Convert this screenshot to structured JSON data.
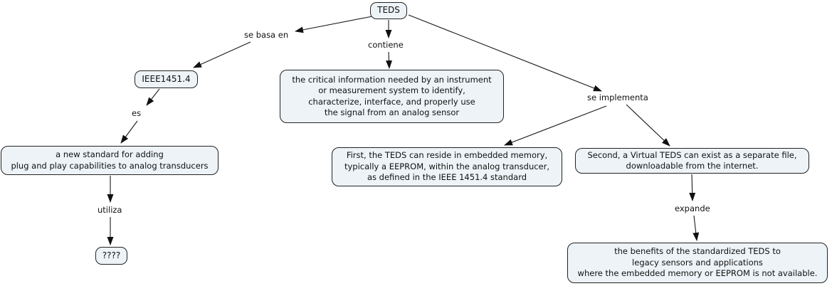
{
  "canvas": {
    "background": "#ffffff",
    "node_fill": "#edf3f7",
    "node_border": "#232323",
    "text_color": "#111111"
  },
  "nodes": {
    "teds": {
      "label": "TEDS"
    },
    "ieee1451_4": {
      "label": "IEEE1451.4"
    },
    "unknown": {
      "label": "????"
    },
    "definition": {
      "text": "the critical information needed by an instrument\nor measurement system to identify,\ncharacterize, interface, and properly use\nthe signal from an analog sensor"
    },
    "new_standard": {
      "text": "a new standard for adding\nplug and play capabilities to analog transducers"
    },
    "embedded": {
      "text": "First, the TEDS can reside in embedded memory,\ntypically a EEPROM, within the analog transducer,\nas defined in the IEEE 1451.4 standard"
    },
    "virtual": {
      "text": "Second, a Virtual TEDS can exist as a separate file,\ndownloadable from the internet."
    },
    "benefits": {
      "text": "the benefits of the standardized TEDS to\nlegacy sensors and applications\nwhere the embedded memory or EEPROM is not available."
    }
  },
  "links": {
    "se_basa_en": {
      "label": "se basa en"
    },
    "contiene": {
      "label": "contiene"
    },
    "es": {
      "label": "es"
    },
    "utiliza": {
      "label": "utiliza"
    },
    "se_implementa": {
      "label": "se implementa"
    },
    "expande": {
      "label": "expande"
    }
  }
}
